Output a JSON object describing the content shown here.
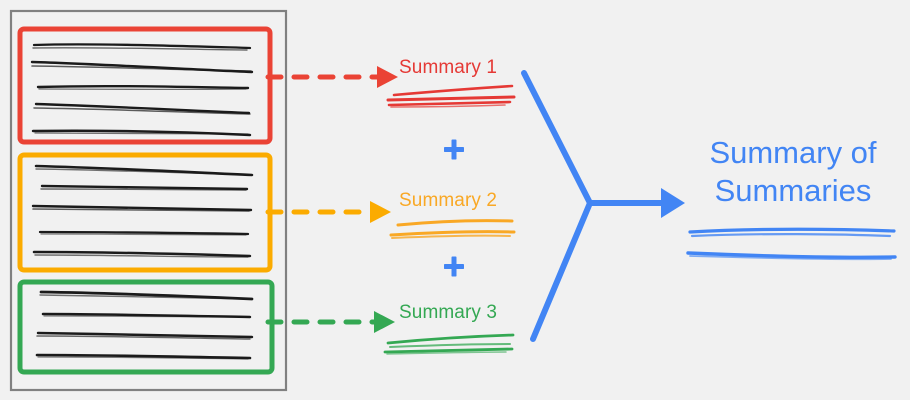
{
  "diagram": {
    "title": "Hierarchical summarization flow",
    "background_color": "#f1f1f1",
    "source_container": {
      "name": "source-document-container",
      "border_color": "#808080"
    },
    "chunks": [
      {
        "id": "chunk-1",
        "color": "#ea4335",
        "color_name": "red",
        "line_count": 5
      },
      {
        "id": "chunk-2",
        "color": "#fbab00",
        "color_name": "orange",
        "line_count": 5
      },
      {
        "id": "chunk-3",
        "color": "#34a853",
        "color_name": "green",
        "line_count": 4
      }
    ],
    "summaries": [
      {
        "id": "summary-1",
        "label": "Summary 1",
        "text_color": "#e53935",
        "arrow_color": "#ea4335",
        "underline_count": 3
      },
      {
        "id": "summary-2",
        "label": "Summary 2",
        "text_color": "#f9a825",
        "arrow_color": "#fbab00",
        "underline_count": 3
      },
      {
        "id": "summary-3",
        "label": "Summary 3",
        "text_color": "#34a853",
        "arrow_color": "#34a853",
        "underline_count": 3
      }
    ],
    "operators": [
      {
        "id": "plus-1",
        "symbol": "+",
        "color": "#4285f4"
      },
      {
        "id": "plus-2",
        "symbol": "+",
        "color": "#4285f4"
      }
    ],
    "merge": {
      "name": "merge-connector",
      "color": "#4285f4",
      "shape": "y-junction-with-arrow"
    },
    "final": {
      "id": "final-summary",
      "label": "Summary of\nSummaries",
      "text_color": "#4285f4",
      "underline_count": 2
    }
  }
}
